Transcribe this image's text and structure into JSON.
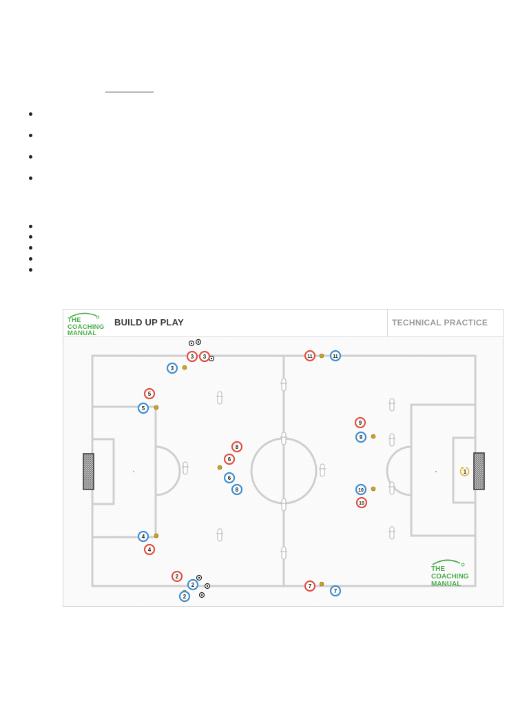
{
  "intro": {
    "bullets_a": [
      "",
      "",
      "",
      ""
    ],
    "bullets_b": [
      "",
      "",
      "",
      "",
      ""
    ]
  },
  "diagram": {
    "logo_lines": [
      "THE",
      "COACHING",
      "MANUAL"
    ],
    "title": "BUILD UP PLAY",
    "practice_type": "TECHNICAL PRACTICE",
    "colors": {
      "red_team": "#e0503f",
      "blue_team": "#3d8fd1",
      "pitch_lines": "#cfcfcf",
      "ball_marker": "#c9a227",
      "logo_green": "#4cae4c"
    },
    "players": [
      {
        "team": "red",
        "number": "3"
      },
      {
        "team": "red",
        "number": "3"
      },
      {
        "team": "blue",
        "number": "3"
      },
      {
        "team": "red",
        "number": "11"
      },
      {
        "team": "blue",
        "number": "11"
      },
      {
        "team": "red",
        "number": "5"
      },
      {
        "team": "blue",
        "number": "5"
      },
      {
        "team": "red",
        "number": "8"
      },
      {
        "team": "red",
        "number": "6"
      },
      {
        "team": "blue",
        "number": "6"
      },
      {
        "team": "blue",
        "number": "8"
      },
      {
        "team": "red",
        "number": "9"
      },
      {
        "team": "blue",
        "number": "9"
      },
      {
        "team": "blue",
        "number": "10"
      },
      {
        "team": "red",
        "number": "10"
      },
      {
        "team": "blue",
        "number": "4"
      },
      {
        "team": "red",
        "number": "4"
      },
      {
        "team": "red",
        "number": "2"
      },
      {
        "team": "blue",
        "number": "2"
      },
      {
        "team": "blue",
        "number": "2"
      },
      {
        "team": "red",
        "number": "7"
      },
      {
        "team": "blue",
        "number": "7"
      }
    ],
    "goalkeeper_number": "1"
  }
}
